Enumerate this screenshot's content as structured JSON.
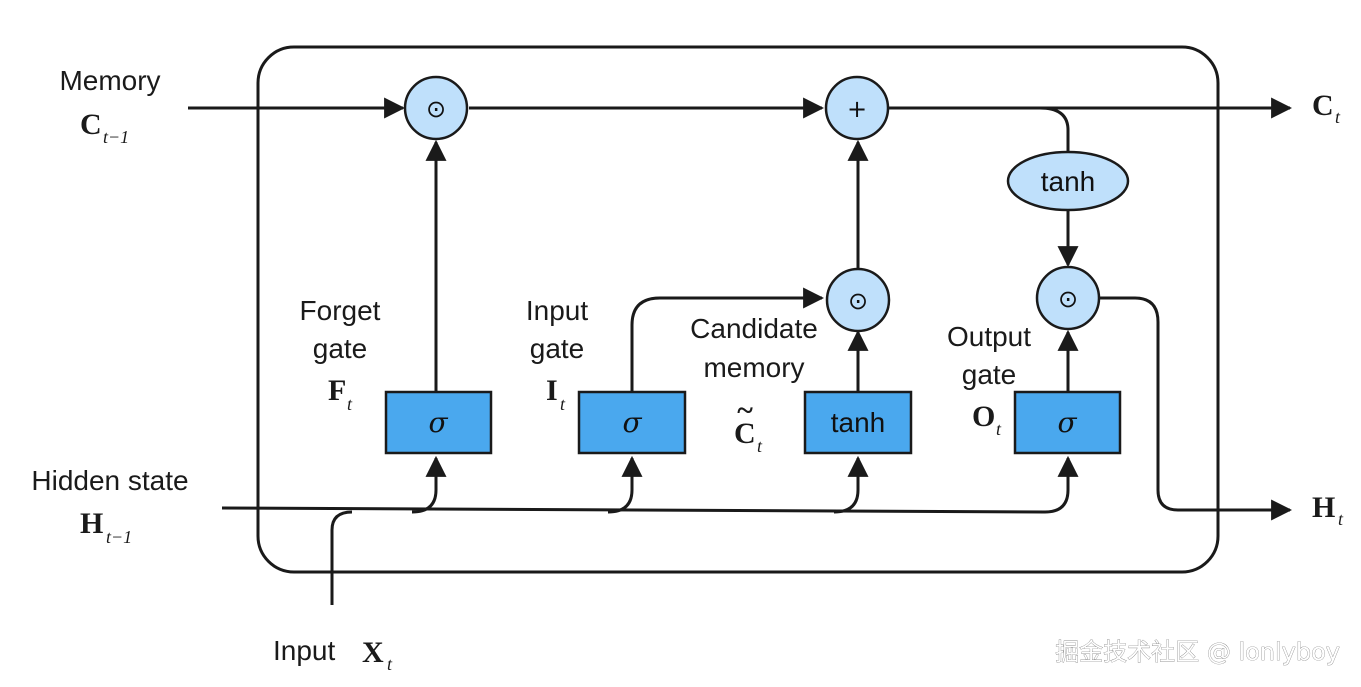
{
  "inputs": {
    "memory_label": "Memory",
    "memory_symbol": "C",
    "memory_subscript": "t−1",
    "hidden_label": "Hidden state",
    "hidden_symbol": "H",
    "hidden_subscript": "t−1",
    "input_label": "Input",
    "input_symbol": "X",
    "input_subscript": "t"
  },
  "outputs": {
    "memory_symbol": "C",
    "memory_subscript": "t",
    "hidden_symbol": "H",
    "hidden_subscript": "t"
  },
  "gates": {
    "forget": {
      "line1": "Forget",
      "line2": "gate",
      "symbol": "F",
      "subscript": "t",
      "box": "σ"
    },
    "input": {
      "line1": "Input",
      "line2": "gate",
      "symbol": "I",
      "subscript": "t",
      "box": "σ"
    },
    "candidate": {
      "line1": "Candidate",
      "line2": "memory",
      "symbol": "C",
      "accent": "~",
      "subscript": "t",
      "box": "tanh"
    },
    "output": {
      "line1": "Output",
      "line2": "gate",
      "symbol": "O",
      "subscript": "t",
      "box": "σ"
    }
  },
  "operators": {
    "multiply": "⊙",
    "add": "+",
    "tanh": "tanh"
  },
  "colors": {
    "gate_fill": "#4aa8ee",
    "node_fill": "#bfe0fb",
    "line": "#1a1a1a"
  },
  "watermark": "掘金技术社区 @ lonlyboy"
}
